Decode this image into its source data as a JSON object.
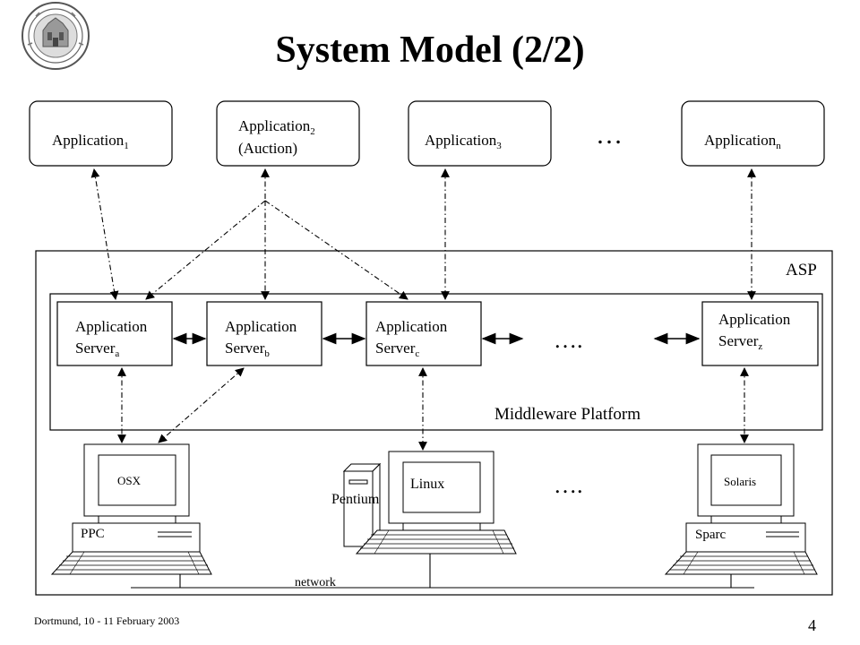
{
  "title": "System Model (2/2)",
  "applications": [
    {
      "name": "Application",
      "sub": "1",
      "line2": ""
    },
    {
      "name": "Application",
      "sub": "2",
      "line2": "(Auction)"
    },
    {
      "name": "Application",
      "sub": "3",
      "line2": ""
    },
    {
      "name": "Application",
      "sub": "n",
      "line2": ""
    }
  ],
  "apps_ellipsis": "…",
  "asp_label": "ASP",
  "middleware_label": "Middleware Platform",
  "servers": [
    {
      "line1": "Application",
      "line2": "Server",
      "sub": "a"
    },
    {
      "line1": "Application",
      "line2": "Server",
      "sub": "b"
    },
    {
      "line1": "Application",
      "line2": "Server",
      "sub": "c"
    },
    {
      "line1": "Application",
      "line2": "Server",
      "sub": "z"
    }
  ],
  "servers_ellipsis": "….",
  "machines": [
    {
      "os": "OSX",
      "hardware": "PPC"
    },
    {
      "os": "Linux",
      "hardware": "Pentium"
    },
    {
      "os": "Solaris",
      "hardware": "Sparc"
    }
  ],
  "machines_ellipsis": "….",
  "network_label": "network",
  "footer": "Dortmund, 10 - 11 February 2003",
  "page_number": "4"
}
